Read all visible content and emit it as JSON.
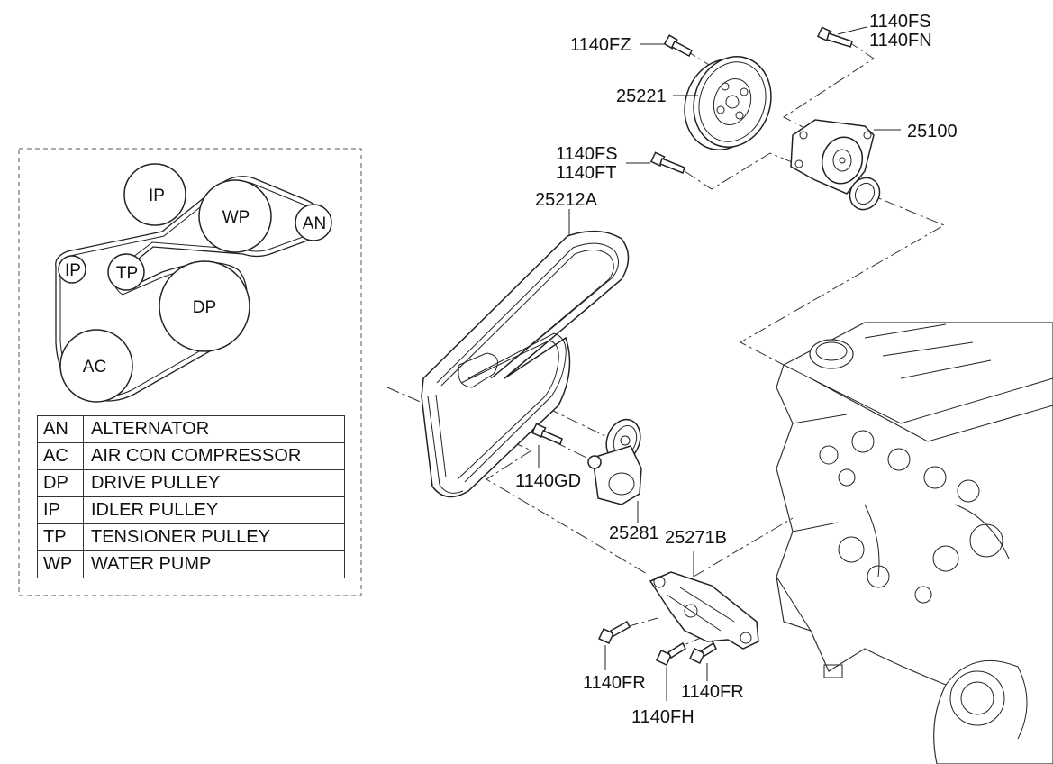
{
  "legend": [
    {
      "code": "AN",
      "name": "ALTERNATOR"
    },
    {
      "code": "AC",
      "name": "AIR CON COMPRESSOR"
    },
    {
      "code": "DP",
      "name": "DRIVE PULLEY"
    },
    {
      "code": "IP",
      "name": "IDLER PULLEY"
    },
    {
      "code": "TP",
      "name": "TENSIONER PULLEY"
    },
    {
      "code": "WP",
      "name": "WATER PUMP"
    }
  ],
  "belt_layout": {
    "pulleys": {
      "ip_top": "IP",
      "wp": "WP",
      "an": "AN",
      "ip_left": "IP",
      "tp": "TP",
      "dp": "DP",
      "ac": "AC"
    }
  },
  "part_labels": {
    "bolt_1140fz": "1140FZ",
    "bolt_1140fs_top": "1140FS",
    "bolt_1140fn": "1140FN",
    "pulley_25221": "25221",
    "water_pump_25100": "25100",
    "bolt_1140fs_mid": "1140FS",
    "bolt_1140ft": "1140FT",
    "belt_25212a": "25212A",
    "bolt_1140gd": "1140GD",
    "tensioner_25281": "25281",
    "bracket_25271b": "25271B",
    "bolt_1140fr_left": "1140FR",
    "bolt_1140fh": "1140FH",
    "bolt_1140fr_right": "1140FR"
  }
}
